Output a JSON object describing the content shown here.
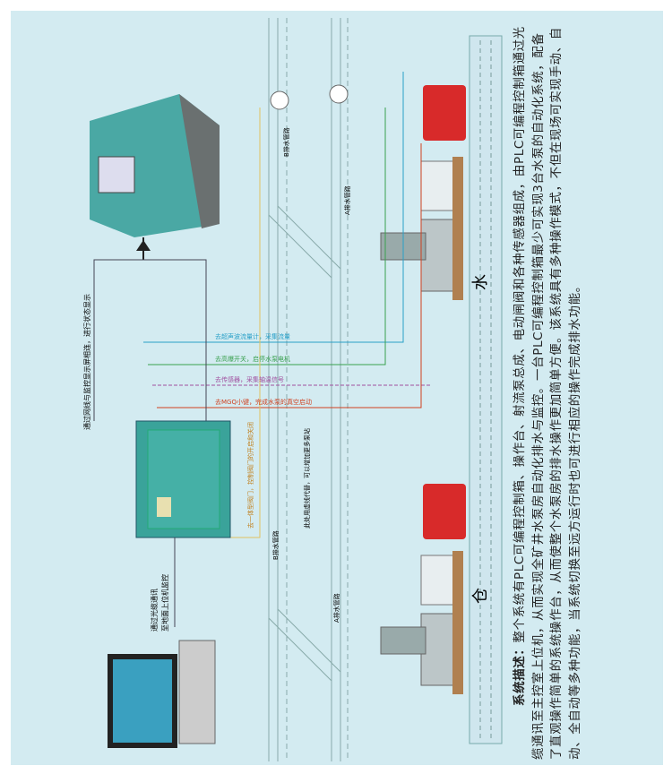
{
  "description": {
    "heading": "系统描述：",
    "body": "整个系统有PLC可编程控制箱、操作台、射流泵总成、电动闸阀和各种传感器组成，由PLC可编程控制箱通过光缆通讯至主控室上位机，从而实现全矿井水泵房自动化排水与监控。一台PLC可编程控制箱最少可实现3台水泵的自动化系统，配备了直观操作简单的系统操作台，从而使整个水泵房的排水操作更加简单方便。该系统具有多种操作模式，不但在现场可实现手动、自动、全自动等多种功能，当系统切换至远方运行时也可进行相应的操作完成排水功能。"
  },
  "labels": {
    "console_note": "通过网线与监控显示屏相连，进行状态显示",
    "fiber_note_1": "通过光缆通讯",
    "fiber_note_2": "至地面上位机监控",
    "flowmeter": "去超声波流量计，采集流量",
    "switch": "去高爆开关，启停水泵电机",
    "sensor": "去传感器，采集轴温信号",
    "mgq": "去MGQ小键，完成水泵的真空启动",
    "valve": "去一体型阀门，控制阀门的开启和关闭",
    "dashed_note": "此处用虚线代替，可以增加更多泵站",
    "pipe_b_top": "B排水管路",
    "pipe_a_top": "A排水管路",
    "pipe_b_bottom": "B排水管路",
    "pipe_a_bottom": "A排水管路",
    "sump_1": "水",
    "sump_2": "仓"
  },
  "colors": {
    "background": "#d3ebf1",
    "cabinet": "#3aa39a",
    "pump": "#d82a2a",
    "flow": "#2aa0c8",
    "switch": "#3aa050",
    "sensor": "#a050a0",
    "mgq": "#d04020",
    "valve": "#e0c060"
  }
}
